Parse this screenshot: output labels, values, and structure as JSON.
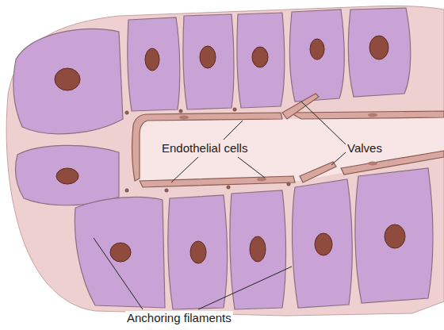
{
  "diagram": {
    "labels": [
      "Endothelial cells",
      "Valves",
      "Anchoring filaments"
    ]
  }
}
